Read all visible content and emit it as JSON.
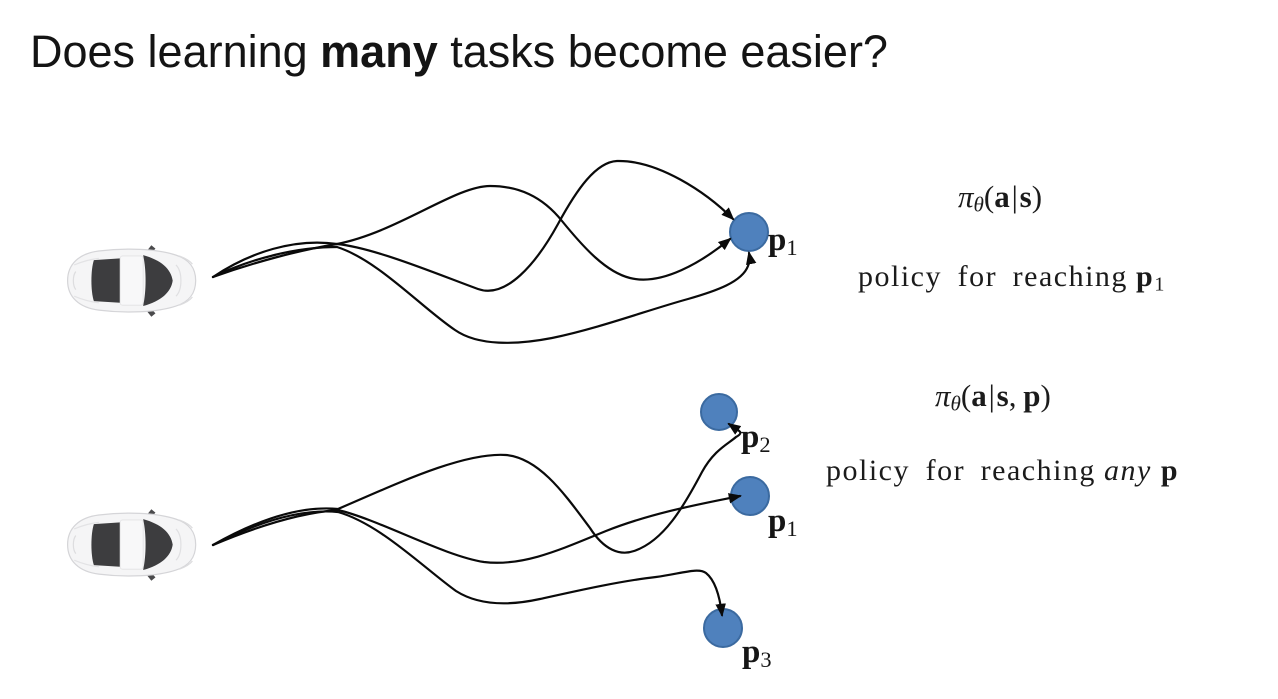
{
  "title": {
    "pre": "Does learning ",
    "emph": "many",
    "post": " tasks become easier?"
  },
  "top_diagram": {
    "formula": {
      "pi": "π",
      "theta": "θ",
      "open": "(",
      "a": "a",
      "bar": "|",
      "s": "s",
      "close": ")"
    },
    "caption": {
      "text": "policy for reaching",
      "p": "p",
      "sub": "1"
    },
    "goal": {
      "p": "p",
      "sub": "1"
    }
  },
  "bottom_diagram": {
    "formula": {
      "pi": "π",
      "theta": "θ",
      "open": "(",
      "a": "a",
      "bar": "|",
      "s": "s",
      "comma": ",",
      "p": "p",
      "close": ")"
    },
    "caption": {
      "text": "policy for reaching",
      "any": "any",
      "p": "p"
    },
    "goals": [
      {
        "p": "p",
        "sub": "2"
      },
      {
        "p": "p",
        "sub": "1"
      },
      {
        "p": "p",
        "sub": "3"
      }
    ]
  },
  "colors": {
    "goal_fill": "#4f81bd",
    "goal_stroke": "#3b6aa0",
    "line": "#0a0a0a"
  }
}
